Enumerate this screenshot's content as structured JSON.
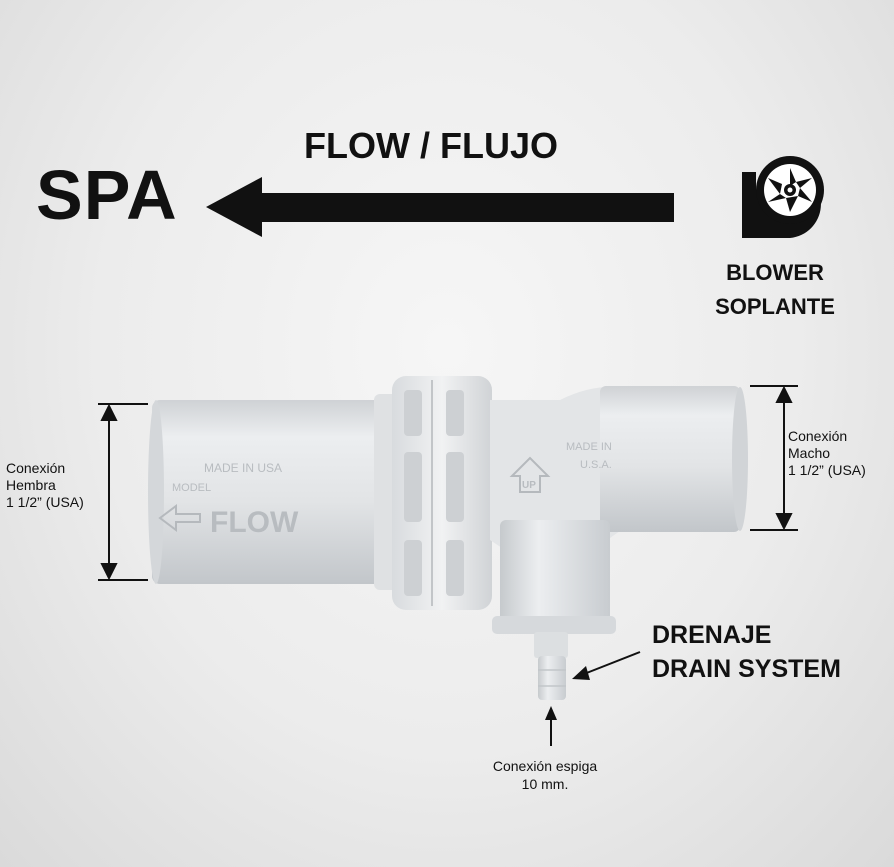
{
  "labels": {
    "spa": "SPA",
    "flow": "FLOW / FLUJO",
    "blower_en": "BLOWER",
    "blower_es": "SOPLANTE",
    "hembra_line1": "Conexión",
    "hembra_line2": "Hembra",
    "hembra_line3": "1 1/2” (USA)",
    "macho_line1": "Conexión",
    "macho_line2": "Macho",
    "macho_line3": "1 1/2” (USA)",
    "drain_es": "DRENAJE",
    "drain_en": "DRAIN SYSTEM",
    "espiga_line1": "Conexión espiga",
    "espiga_line2": "10 mm."
  },
  "embossed": {
    "made_in_usa": "MADE IN USA",
    "model": "MODEL",
    "flow": "FLOW",
    "up": "UP",
    "made_in": "MADE IN",
    "usa": "U.S.A."
  },
  "icons": [
    "blower-fan-icon",
    "flow-arrow-icon"
  ],
  "colors": {
    "ink": "#111111",
    "pipe": "#e4e6e8"
  }
}
